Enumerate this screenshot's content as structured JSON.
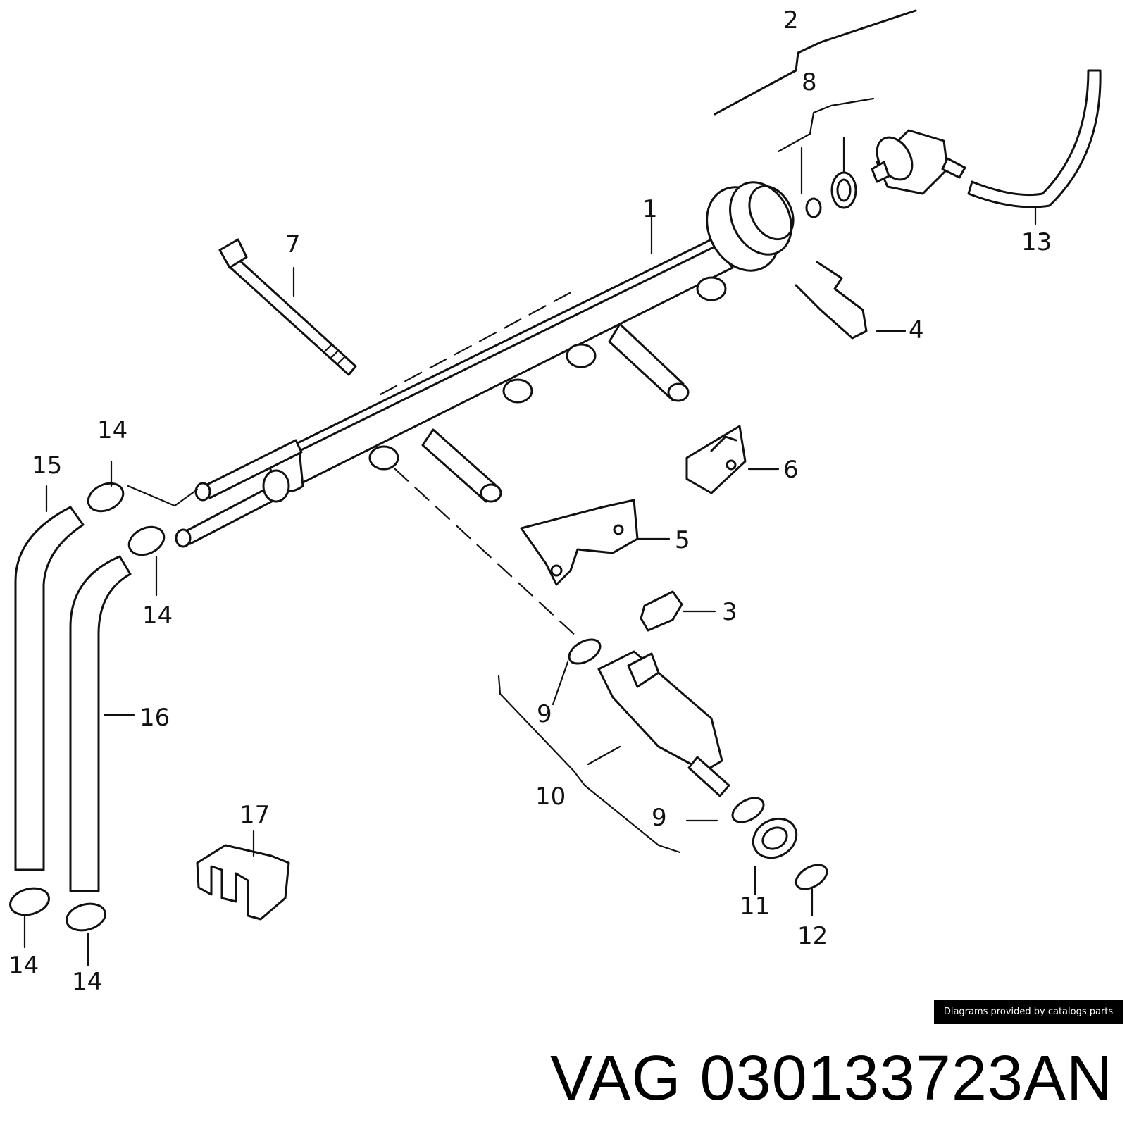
{
  "callouts": [
    {
      "id": "2",
      "text": "2"
    },
    {
      "id": "8",
      "text": "8"
    },
    {
      "id": "1",
      "text": "1"
    },
    {
      "id": "7",
      "text": "7"
    },
    {
      "id": "13",
      "text": "13"
    },
    {
      "id": "4",
      "text": "4"
    },
    {
      "id": "14a",
      "text": "14"
    },
    {
      "id": "15",
      "text": "15"
    },
    {
      "id": "6",
      "text": "6"
    },
    {
      "id": "5",
      "text": "5"
    },
    {
      "id": "14b",
      "text": "14"
    },
    {
      "id": "16",
      "text": "16"
    },
    {
      "id": "3",
      "text": "3"
    },
    {
      "id": "9a",
      "text": "9"
    },
    {
      "id": "10",
      "text": "10"
    },
    {
      "id": "9b",
      "text": "9"
    },
    {
      "id": "17",
      "text": "17"
    },
    {
      "id": "11",
      "text": "11"
    },
    {
      "id": "12",
      "text": "12"
    },
    {
      "id": "14c",
      "text": "14"
    },
    {
      "id": "14d",
      "text": "14"
    }
  ],
  "credit": "Diagrams provided by catalogs parts",
  "part_number": "VAG 030133723AN"
}
